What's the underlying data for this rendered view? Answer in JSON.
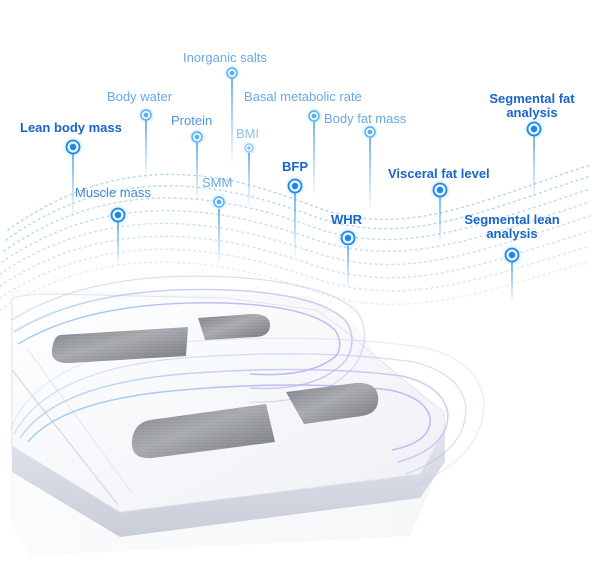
{
  "metrics": {
    "inorganic_salts": "Inorganic salts",
    "body_water": "Body water",
    "basal_metabolic_rate": "Basal metabolic rate",
    "segmental_fat_analysis": "Segmental fat analysis",
    "lean_body_mass": "Lean body mass",
    "protein": "Protein",
    "bmi": "BMI",
    "body_fat_mass": "Body fat mass",
    "muscle_mass": "Muscle mass",
    "smm": "SMM",
    "bfp": "BFP",
    "visceral_fat_level": "Visceral fat level",
    "whr": "WHR",
    "segmental_lean_analysis": "Segmental lean analysis"
  },
  "colors": {
    "strong_blue": "#1766c8",
    "light_blue": "#6aa8e6",
    "node_blue": "#1e88e5",
    "wave_blue": "#8fc5ef",
    "ring_purple": "#b9a7ee",
    "scale_white": "#f7f8fb",
    "electrode_gray": "#8d9095"
  }
}
